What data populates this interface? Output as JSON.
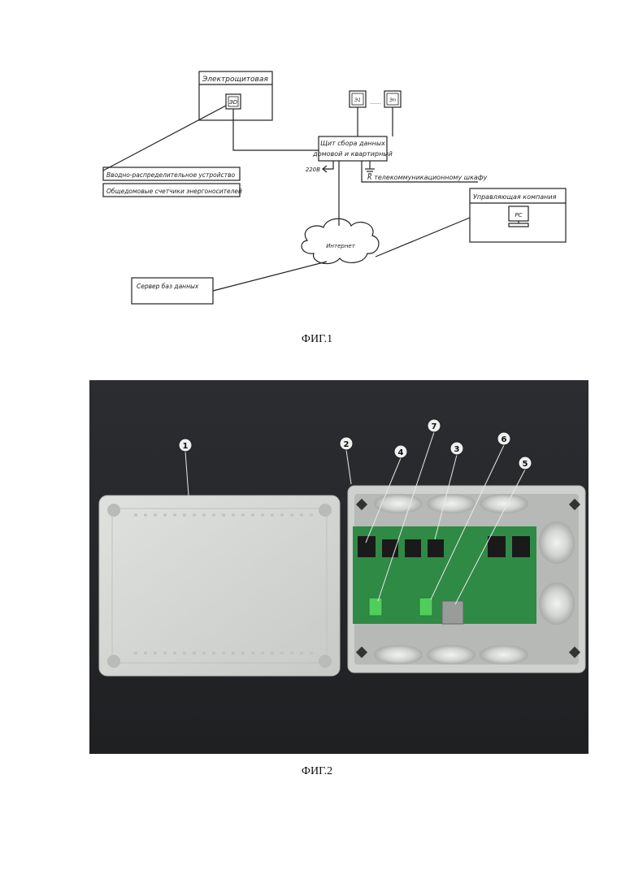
{
  "figure1": {
    "caption": "ФИГ.1",
    "electrical_room_label": "Электрощитовая",
    "meter_label": "ЭD",
    "apt_meter_first": "Э1",
    "apt_meter_dots": ".......",
    "apt_meter_last": "Эn",
    "panel_line1": "Щит сбора данных",
    "panel_line2": "домовой и квартирный",
    "power_label": "220В",
    "telecom_label": "К телекоммуникационному шкафу",
    "distribution_device_label": "Вводно-распределительное устройство",
    "common_meters_label": "Общедомовые счетчики энергоносителей",
    "management_company_label": "Управляющая компания",
    "pc_label": "PC",
    "internet_label": "Интернет",
    "database_server_label": "Сервер баз данных"
  },
  "figure2": {
    "caption": "ФИГ.2",
    "callouts": [
      "1",
      "2",
      "7",
      "4",
      "3",
      "6",
      "5"
    ]
  }
}
